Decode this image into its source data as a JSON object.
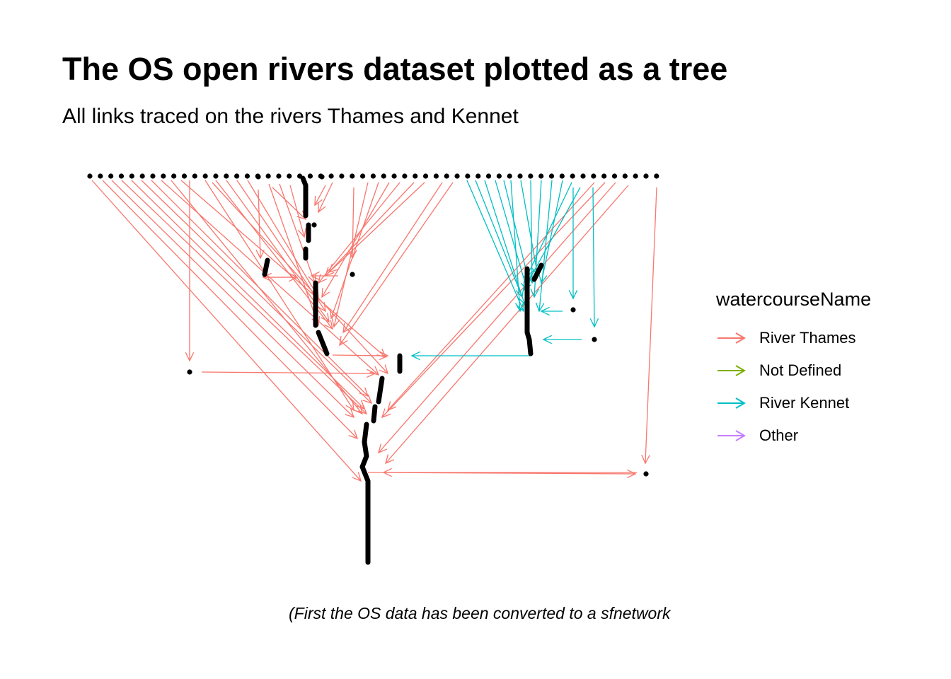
{
  "title": "The OS open rivers dataset plotted as a tree",
  "subtitle": "All links traced on the rivers Thames and Kennet",
  "caption": "(First the OS data has been converted to a sfnetwork",
  "legend": {
    "title": "watercourseName",
    "items": [
      {
        "label": "River Thames",
        "color": "#F8766D"
      },
      {
        "label": "Not Defined",
        "color": "#7CAE00"
      },
      {
        "label": "River Kennet",
        "color": "#00BFC4"
      },
      {
        "label": "Other",
        "color": "#C77CFF"
      }
    ]
  }
}
